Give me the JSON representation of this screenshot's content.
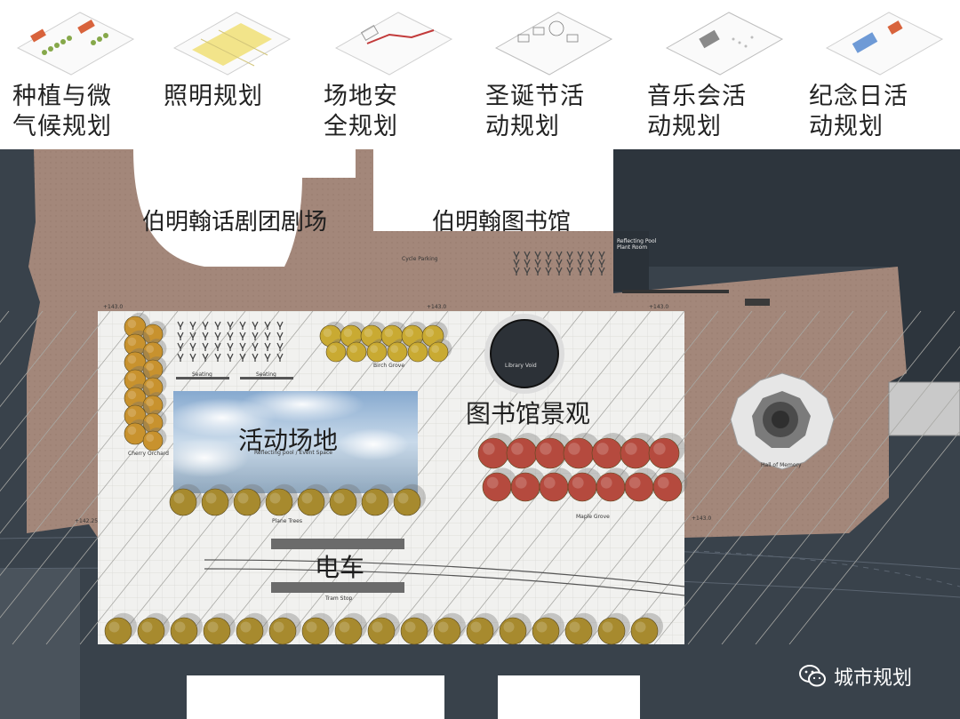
{
  "thumbnails": [
    {
      "name": "planting",
      "label": "种植与微\n气候规划",
      "accent": "#d8633c"
    },
    {
      "name": "lighting",
      "label": "照明规划",
      "accent": "#f2e48a"
    },
    {
      "name": "safety",
      "label": "场地安\n全规划",
      "accent": "#c23a3a"
    },
    {
      "name": "christmas",
      "label": "圣诞节活\n动规划",
      "accent": "#7d7d7d"
    },
    {
      "name": "concert",
      "label": "音乐会活\n动规划",
      "accent": "#6a6a6a"
    },
    {
      "name": "memorial",
      "label": "纪念日活\n动规划",
      "accent": "#6e9ad6"
    }
  ],
  "map_labels": {
    "theatre": "伯明翰话剧团剧场",
    "library": "伯明翰图书馆",
    "event_space": "活动场地",
    "library_landscape": "图书馆景观",
    "tram": "电车"
  },
  "small_labels": {
    "reflecting_pool_plant": "Reflecting Pool\nPlant Room",
    "cycle_parking": "Cycle Parking",
    "library_void": "Library Void",
    "birch_grove": "Birch Grove",
    "seating_1": "Seating",
    "seating_2": "Seating",
    "cherry_orchard": "Cherry Orchard",
    "reflecting_pool_event": "Reflecting pool / Event Space",
    "plane_trees": "Plane Trees",
    "maple_grove": "Maple Grove",
    "hall_of_memory": "Hall of Memory",
    "tram_stop": "Tram Stop",
    "lvl_1": "+143.0",
    "lvl_2": "+143.0",
    "lvl_3": "+143.0",
    "lvl_4": "+142.25",
    "lvl_5": "+143.0"
  },
  "watermark": {
    "text": "城市规划",
    "icon": "wechat-icon"
  },
  "colors": {
    "paving": "#a3877a",
    "plaza": "#f1f1ef",
    "road": "#39424b",
    "birch": "#c9aa32",
    "cherry": "#c8922e",
    "maple": "#b54a3e",
    "plane": "#a78a2e",
    "pool_sky": "#bcd2e6"
  }
}
